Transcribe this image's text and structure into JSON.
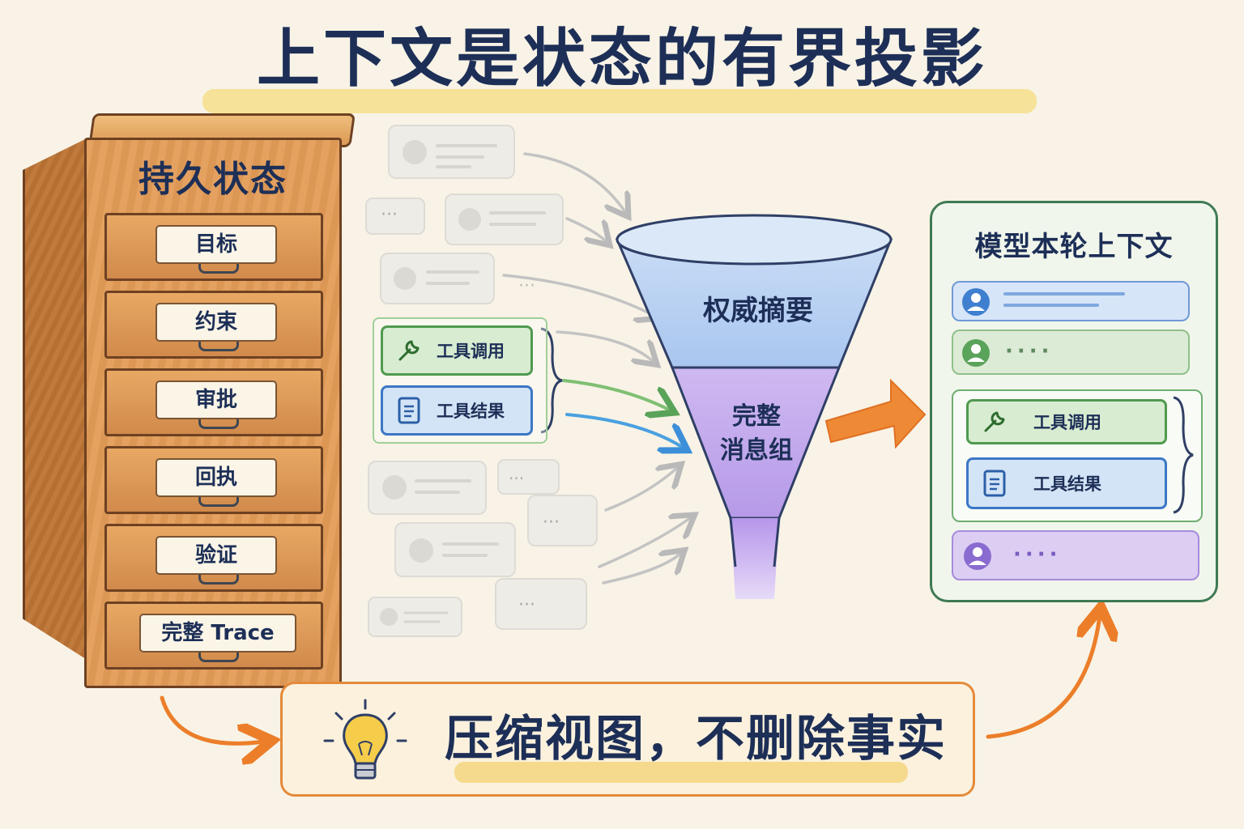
{
  "title": "上下文是状态的有界投影",
  "cabinet": {
    "title": "持久状态",
    "drawers": [
      "目标",
      "约束",
      "审批",
      "回执",
      "验证",
      "完整 Trace"
    ]
  },
  "funnel": {
    "upper_label": "权威摘要",
    "lower_label_line1": "完整",
    "lower_label_line2": "消息组"
  },
  "tool_group": {
    "tool_call": "工具调用",
    "tool_result": "工具结果"
  },
  "context_panel": {
    "title": "模型本轮上下文",
    "tool_call": "工具调用",
    "tool_result": "工具结果",
    "dots": "····"
  },
  "message_placeholder": "···",
  "banner": {
    "text": "压缩视图，不删除事实"
  },
  "colors": {
    "title": "#1d2f57",
    "wood": "#dc9755",
    "funnel_blue": "#b7d1f2",
    "funnel_purple": "#c8b3ee",
    "green": "#4f9a4f",
    "blue": "#3c77c6",
    "purple": "#8a6bd0",
    "orange": "#ec7e2a"
  },
  "icons": [
    "user-icon",
    "wrench-icon",
    "document-icon",
    "lightbulb-icon",
    "arrow-icon"
  ]
}
